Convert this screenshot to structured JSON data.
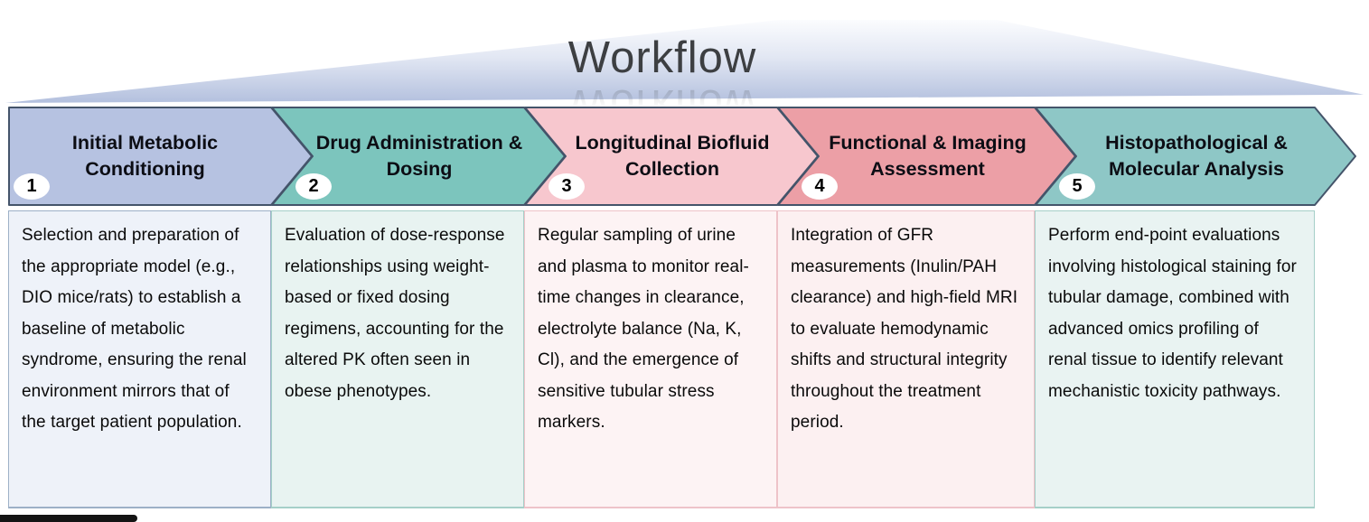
{
  "title": "Workflow",
  "palette": {
    "arrow_border": "#44546a"
  },
  "steps": [
    {
      "number": "1",
      "title": "Initial Metabolic Conditioning",
      "description": "Selection and preparation of the appropriate model (e.g., DIO mice/rats) to establish a baseline of metabolic syndrome, ensuring the renal environment mirrors that of the target patient population.",
      "colors": {
        "arrow": "#b6c2e1",
        "box_bg": "#eef2f9",
        "box_border": "#9db0c7"
      }
    },
    {
      "number": "2",
      "title": "Drug Administration & Dosing",
      "description": "Evaluation of dose-response relationships using weight-based or fixed dosing regimens, accounting for the altered PK often seen in obese phenotypes.",
      "colors": {
        "arrow": "#7cc5bd",
        "box_bg": "#e8f3f1",
        "box_border": "#a5cfc8"
      }
    },
    {
      "number": "3",
      "title": "Longitudinal Biofluid Collection",
      "description": "Regular sampling of urine and plasma to monitor real-time changes in clearance, electrolyte balance (Na, K, Cl), and the emergence of sensitive tubular stress markers.",
      "colors": {
        "arrow": "#f7c7ce",
        "box_bg": "#fdf3f4",
        "box_border": "#eec3c9"
      }
    },
    {
      "number": "4",
      "title": "Functional & Imaging Assessment",
      "description": "Integration of GFR measurements (Inulin/PAH clearance) and high-field MRI to evaluate hemodynamic shifts and structural integrity throughout the treatment period.",
      "colors": {
        "arrow": "#ec9fa6",
        "box_bg": "#fcf0f1",
        "box_border": "#eec3c9"
      }
    },
    {
      "number": "5",
      "title": "Histopathological & Molecular Analysis",
      "description": "Perform end-point evaluations involving histological staining for tubular damage, combined with advanced omics profiling of renal tissue to identify relevant mechanistic toxicity pathways.",
      "colors": {
        "arrow": "#8ec7c6",
        "box_bg": "#e9f3f2",
        "box_border": "#a5cfc8"
      }
    }
  ]
}
